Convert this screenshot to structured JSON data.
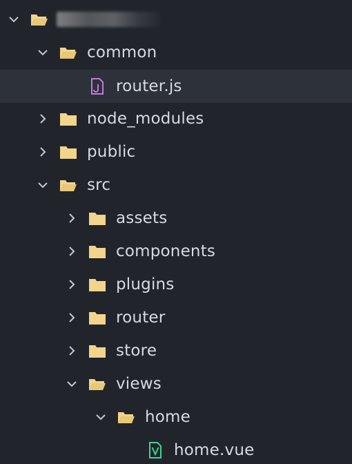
{
  "colors": {
    "background": "#21252b",
    "selected_row": "#2c313a",
    "folder": "#f2d48c",
    "js_file": "#c678dd",
    "vue_file": "#42d392",
    "text": "#d7dae0",
    "chevron": "#c5c8ce"
  },
  "tree": {
    "root_label": "",
    "items": [
      {
        "label": "common",
        "type": "folder",
        "expanded": true,
        "selected": false
      },
      {
        "label": "router.js",
        "type": "file-js",
        "expanded": null,
        "selected": true
      },
      {
        "label": "node_modules",
        "type": "folder",
        "expanded": false,
        "selected": false
      },
      {
        "label": "public",
        "type": "folder",
        "expanded": false,
        "selected": false
      },
      {
        "label": "src",
        "type": "folder",
        "expanded": true,
        "selected": false
      },
      {
        "label": "assets",
        "type": "folder",
        "expanded": false,
        "selected": false
      },
      {
        "label": "components",
        "type": "folder",
        "expanded": false,
        "selected": false
      },
      {
        "label": "plugins",
        "type": "folder",
        "expanded": false,
        "selected": false
      },
      {
        "label": "router",
        "type": "folder",
        "expanded": false,
        "selected": false
      },
      {
        "label": "store",
        "type": "folder",
        "expanded": false,
        "selected": false
      },
      {
        "label": "views",
        "type": "folder",
        "expanded": true,
        "selected": false
      },
      {
        "label": "home",
        "type": "folder",
        "expanded": true,
        "selected": false
      },
      {
        "label": "home.vue",
        "type": "file-vue",
        "expanded": null,
        "selected": false
      }
    ]
  }
}
